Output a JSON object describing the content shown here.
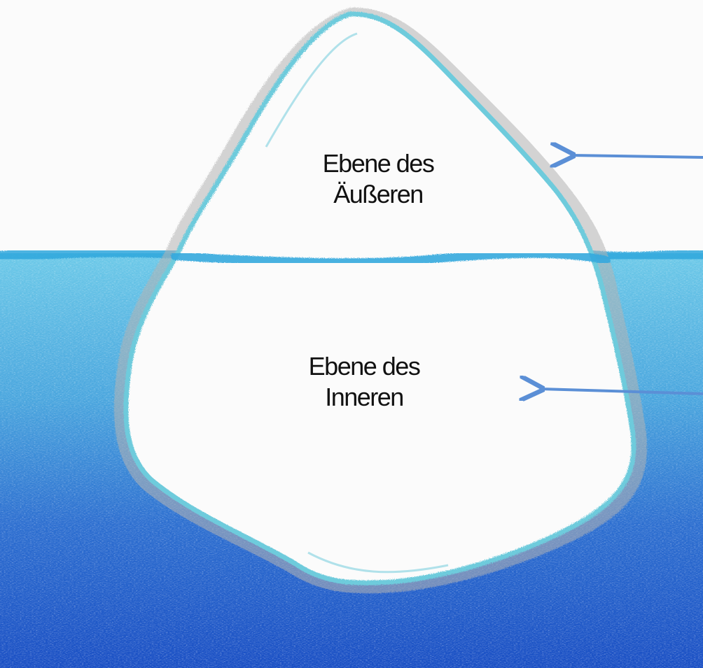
{
  "labels": {
    "outer_line1": "Ebene des",
    "outer_line2": "Äußeren",
    "inner_line1": "Ebene des",
    "inner_line2": "Inneren"
  },
  "colors": {
    "paper": "#fbfbfb",
    "ice_outline": "#6ecbdc",
    "ice_shadow": "#b4b4b4",
    "water_light": "#55b8df",
    "water_dark": "#1a4fc4",
    "waterline": "#2da7dd",
    "arrow": "#5b8fd6",
    "text": "#111111"
  },
  "icons": {
    "arrow_outer": "arrow-left-icon",
    "arrow_inner": "arrow-left-icon"
  }
}
